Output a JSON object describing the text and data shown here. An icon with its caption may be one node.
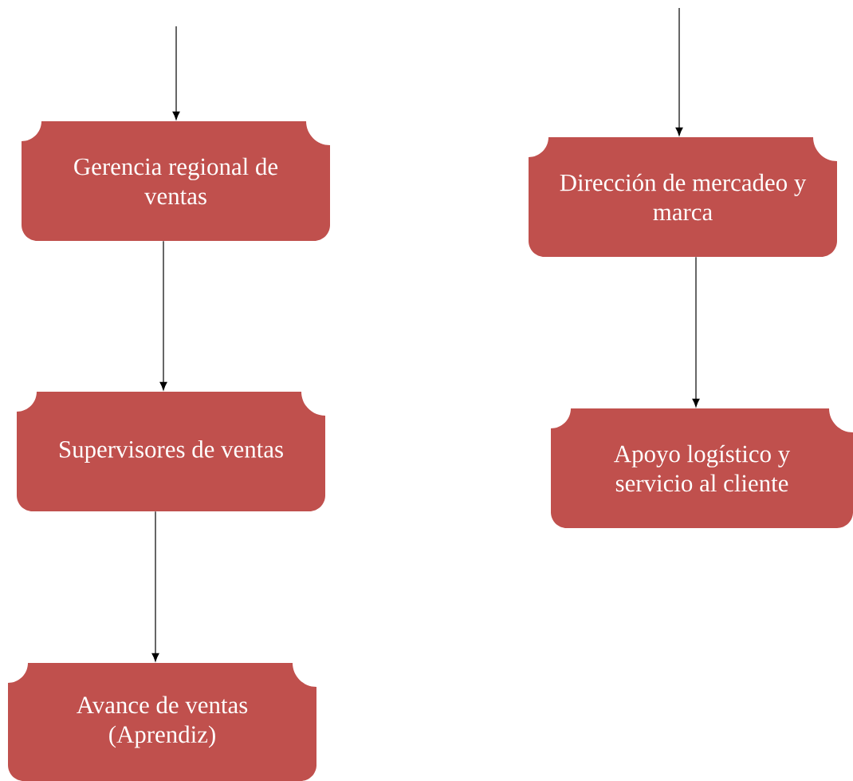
{
  "diagram": {
    "nodes": [
      {
        "text": [
          "Gerencia regional de ventas"
        ]
      },
      {
        "text": [
          "Supervisores de ventas"
        ]
      },
      {
        "text": [
          "Avance de ventas (Aprendiz)"
        ]
      },
      {
        "text": [
          "Dirección de mercadeo y marca"
        ]
      },
      {
        "text": [
          "Apoyo logístico y servicio al cliente"
        ]
      }
    ],
    "edges": [
      {
        "from": null,
        "to": 0,
        "arrow": "to"
      },
      {
        "from": 0,
        "to": 1,
        "arrow": "to"
      },
      {
        "from": 1,
        "to": 2,
        "arrow": "to"
      },
      {
        "from": null,
        "to": 3,
        "arrow": "to"
      },
      {
        "from": 3,
        "to": 4,
        "arrow": "to"
      }
    ]
  }
}
